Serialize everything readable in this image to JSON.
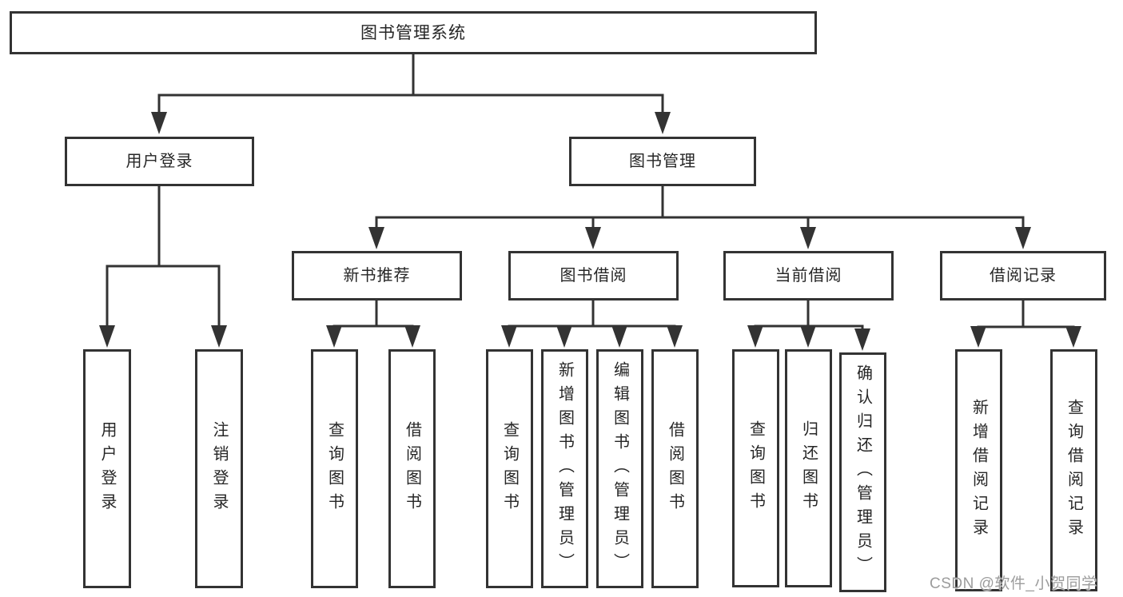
{
  "diagram_title": "图书管理系统",
  "tree": {
    "root": "图书管理系统",
    "branches": [
      {
        "label": "用户登录",
        "children": [
          "用户登录",
          "注销登录"
        ]
      },
      {
        "label": "图书管理",
        "children": [
          {
            "label": "新书推荐",
            "children": [
              "查询图书",
              "借阅图书"
            ]
          },
          {
            "label": "图书借阅",
            "children": [
              "查询图书",
              "新增图书（管理员）",
              "编辑图书（管理员）",
              "借阅图书"
            ]
          },
          {
            "label": "当前借阅",
            "children": [
              "查询图书",
              "归还图书",
              "确认归还（管理员）"
            ]
          },
          {
            "label": "借阅记录",
            "children": [
              "新增借阅记录",
              "查询借阅记录"
            ]
          }
        ]
      }
    ]
  },
  "watermark": "CSDN @软件_小贺同学",
  "colors": {
    "line": "#333333",
    "box_border": "#333333",
    "box_fill": "#ffffff",
    "text": "#262626",
    "watermark": "#9c9c9c",
    "background": "#ffffff"
  }
}
